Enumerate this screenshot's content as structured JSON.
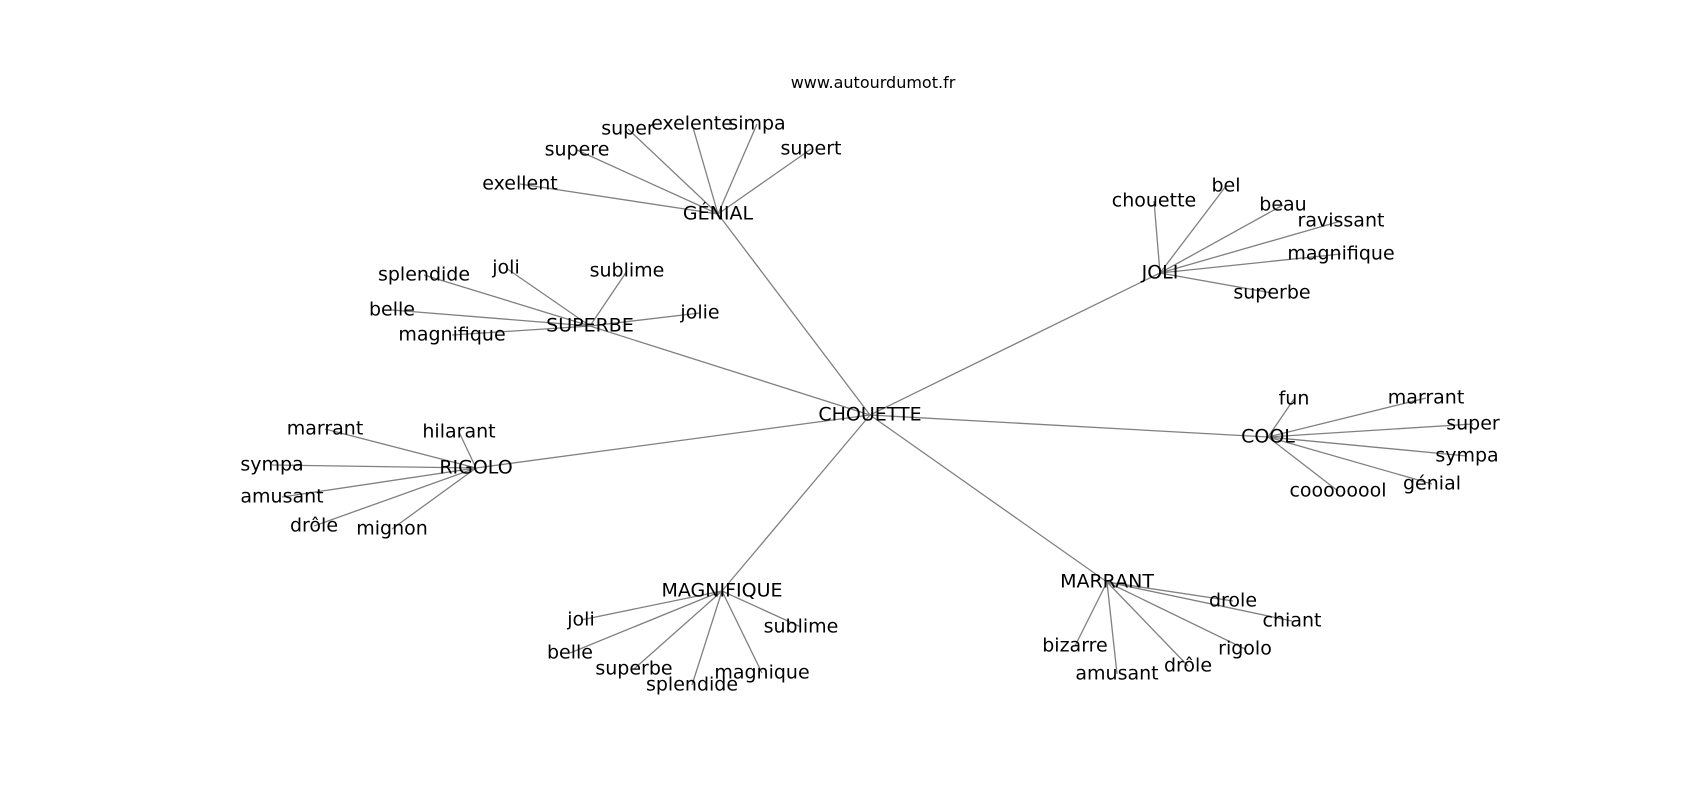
{
  "site": "www.autourdumot.fr",
  "colors": {
    "edge": "#808080",
    "text": "#000000",
    "background": "#ffffff"
  },
  "root": "CHOUETTE",
  "hubs": [
    {
      "id": "genial",
      "label": "GÉNIAL",
      "words": [
        "exellent",
        "supere",
        "super",
        "exelente",
        "simpa",
        "supert"
      ]
    },
    {
      "id": "joli",
      "label": "JOLI",
      "words": [
        "chouette",
        "bel",
        "beau",
        "ravissant",
        "magnifique",
        "superbe"
      ]
    },
    {
      "id": "superbe",
      "label": "SUPERBE",
      "words": [
        "splendide",
        "joli",
        "sublime",
        "belle",
        "magnifique",
        "jolie"
      ]
    },
    {
      "id": "rigolo",
      "label": "RIGOLO",
      "words": [
        "marrant",
        "hilarant",
        "sympa",
        "amusant",
        "drôle",
        "mignon"
      ]
    },
    {
      "id": "cool",
      "label": "COOL",
      "words": [
        "fun",
        "marrant",
        "super",
        "sympa",
        "génial",
        "coooooool"
      ]
    },
    {
      "id": "magnifique",
      "label": "MAGNIFIQUE",
      "words": [
        "joli",
        "belle",
        "superbe",
        "splendide",
        "magnique",
        "sublime"
      ]
    },
    {
      "id": "marrant",
      "label": "MARRANT",
      "words": [
        "drole",
        "chiant",
        "rigolo",
        "drôle",
        "amusant",
        "bizarre"
      ]
    }
  ]
}
